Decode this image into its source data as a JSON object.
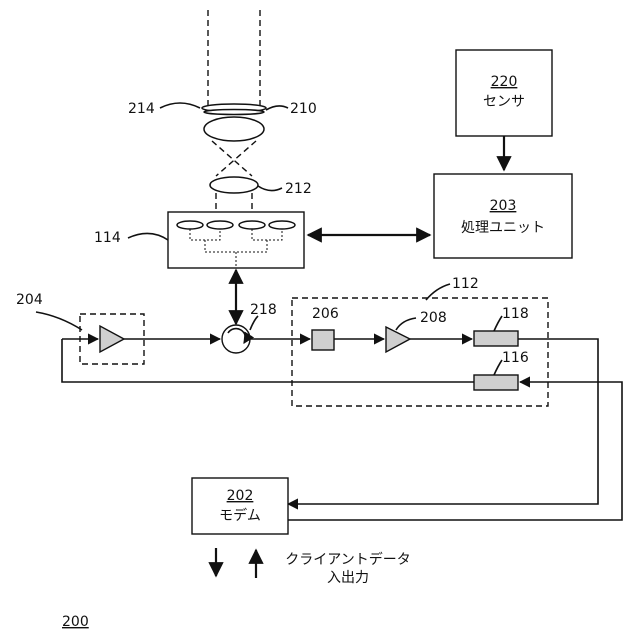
{
  "labels": {
    "fig_number": "200",
    "ref_214": "214",
    "ref_210": "210",
    "ref_212": "212",
    "ref_114": "114",
    "ref_112": "112",
    "ref_204": "204",
    "ref_218": "218",
    "ref_206": "206",
    "ref_208": "208",
    "ref_118": "118",
    "ref_116": "116"
  },
  "boxes": {
    "sensor": {
      "number": "220",
      "label": "センサ"
    },
    "processing_unit": {
      "number": "203",
      "label": "処理ユニット"
    },
    "modem": {
      "number": "202",
      "label": "モデム"
    }
  },
  "client_data": {
    "line1": "クライアントデータ",
    "line2": "入出力"
  }
}
